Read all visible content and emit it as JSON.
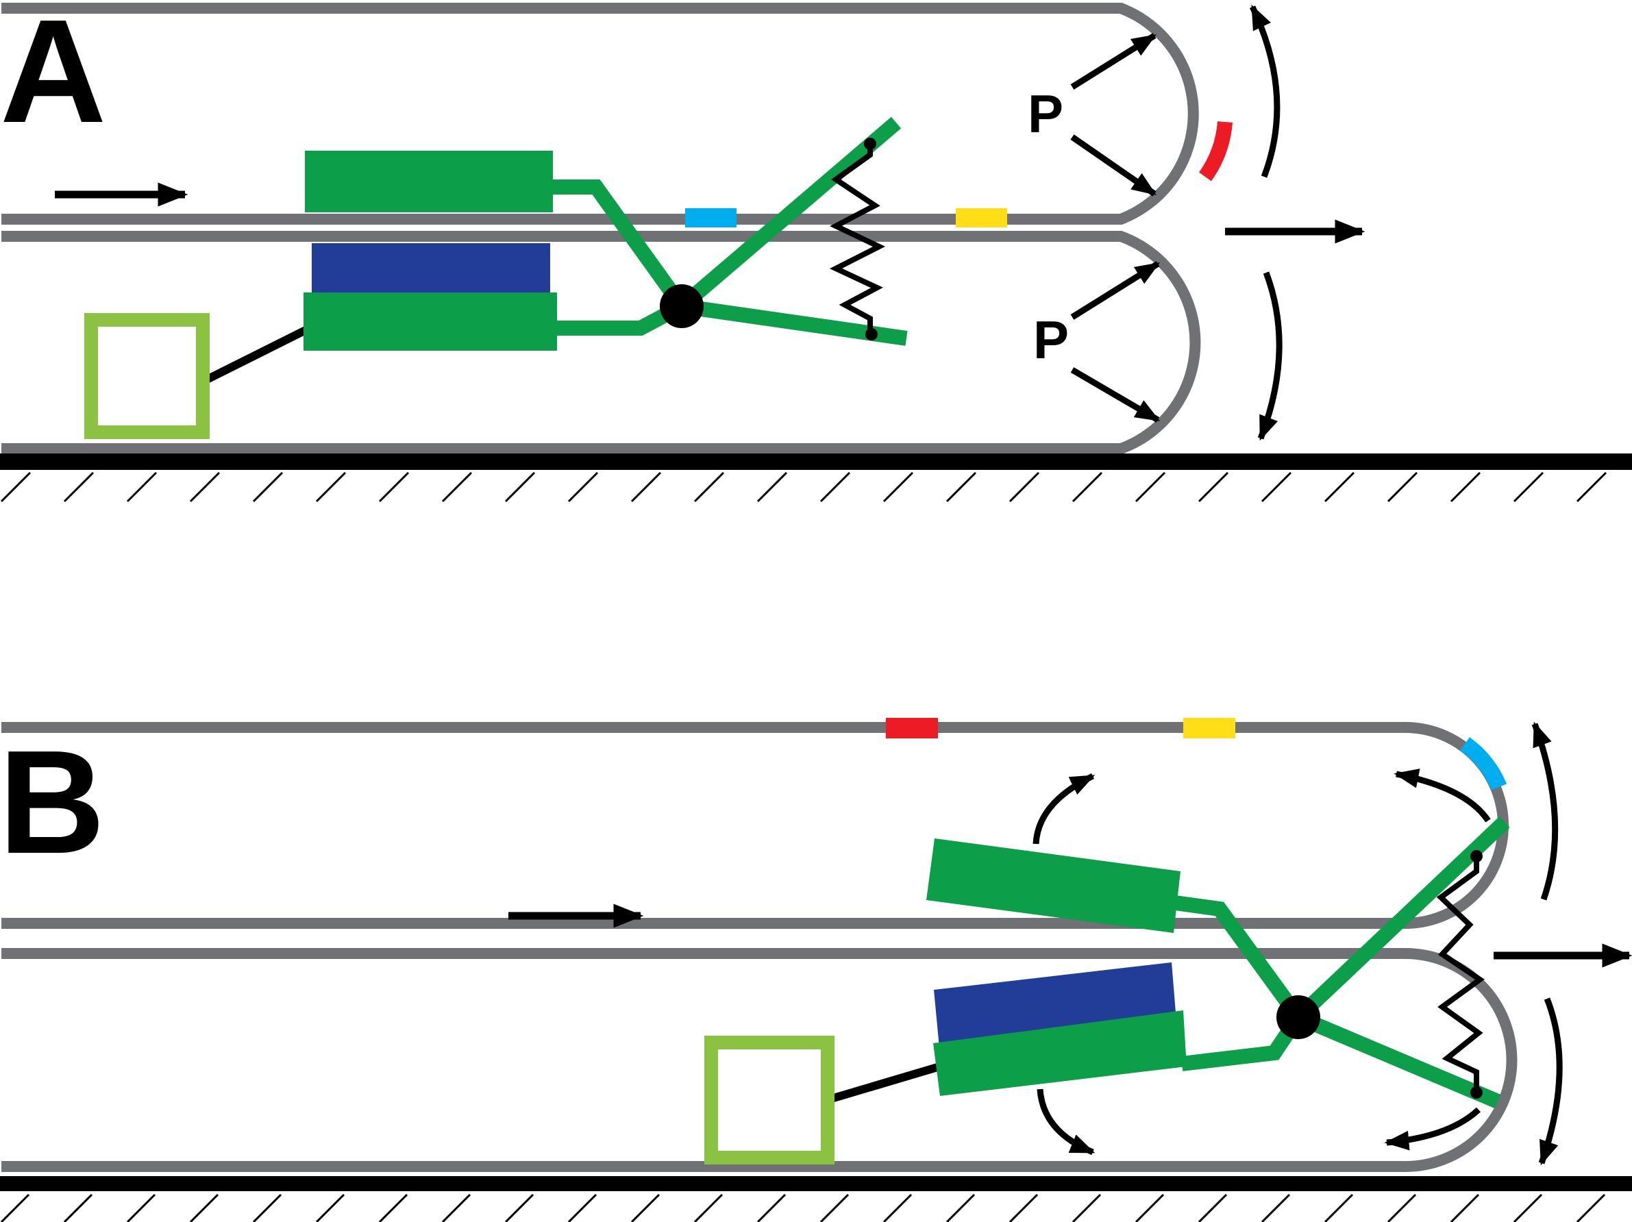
{
  "panels": {
    "a": {
      "letter": "A",
      "pressure_label_upper": "P",
      "pressure_label_lower": "P"
    },
    "b": {
      "letter": "B"
    }
  },
  "colors": {
    "membrane": "#707174",
    "ground": "#000000",
    "linkage": "#0c9e48",
    "motor_domain": "#223d98",
    "cargo_outline": "#8bc241",
    "marker_red": "#ed1c24",
    "marker_blue": "#00aeef",
    "marker_yellow": "#ffde17",
    "background": "#ffffff"
  },
  "icons": [
    "right-arrow-icon",
    "curved-arrow-icon",
    "spring-icon",
    "pivot-icon",
    "hatched-ground-icon"
  ]
}
